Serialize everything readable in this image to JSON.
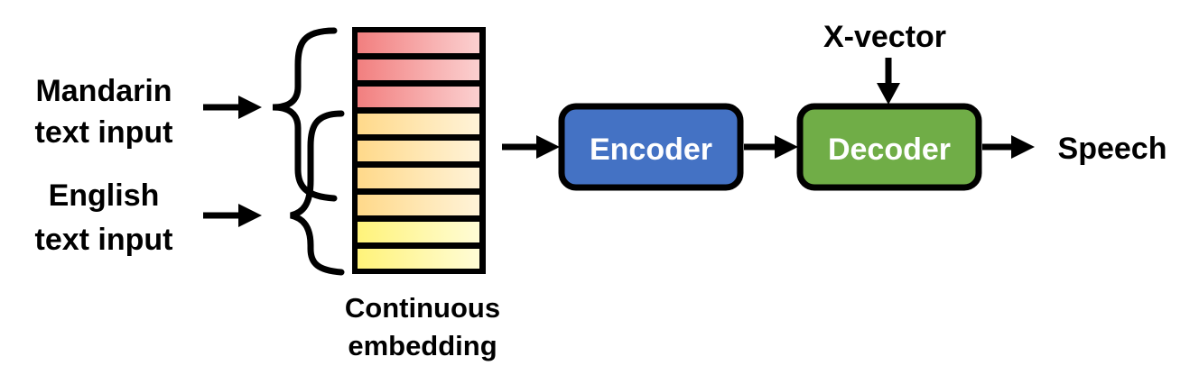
{
  "inputs": {
    "mandarin_line1": "Mandarin",
    "mandarin_line2": "text input",
    "english_line1": "English",
    "english_line2": "text input"
  },
  "embedding": {
    "label_line1": "Continuous",
    "label_line2": "embedding",
    "row_count": 9,
    "red_rows": 3
  },
  "encoder": {
    "label": "Encoder",
    "color": "#4472C4"
  },
  "decoder": {
    "label": "Decoder",
    "color": "#70AD47"
  },
  "xvector": {
    "label": "X-vector"
  },
  "output": {
    "label": "Speech"
  },
  "colors": {
    "red_row_light": "#FDE4E4",
    "red_row_dark": "#F28C8C",
    "yellow_row_light": "#FFFCE6",
    "yellow_row_dark": "#FFE08A",
    "yellow_row_bottom": "#FFF89C",
    "outline": "#000000"
  }
}
